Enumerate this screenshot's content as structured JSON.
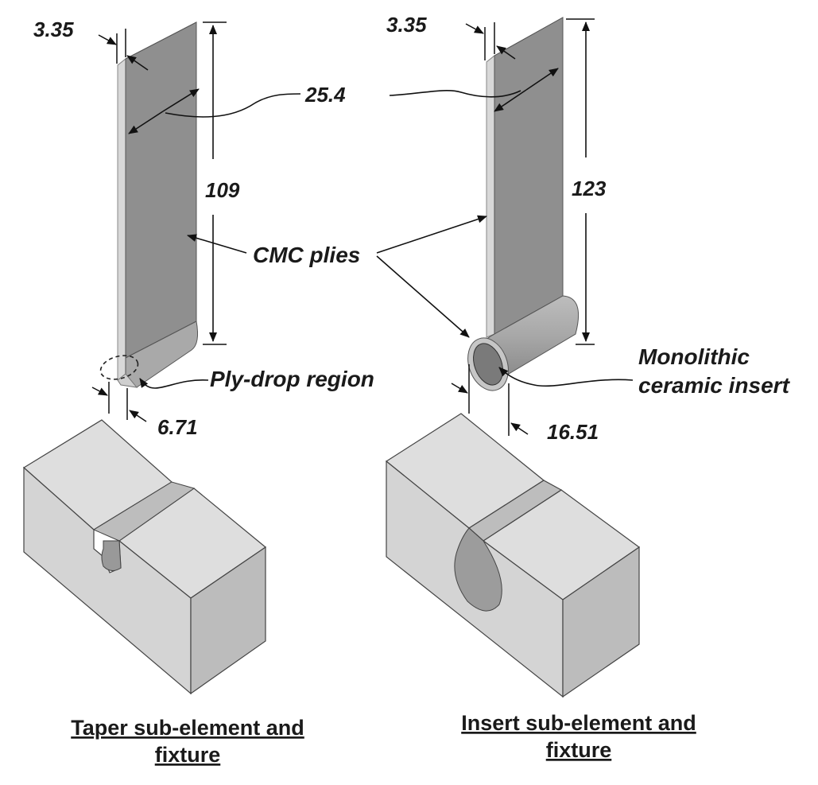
{
  "left": {
    "thickness_top": "3.35",
    "width": "25.4",
    "length": "109",
    "thickness_bottom": "6.71",
    "region_label": "Ply-drop region",
    "caption_line1": "Taper sub-element and",
    "caption_line2": "fixture"
  },
  "right": {
    "thickness_top": "3.35",
    "length": "123",
    "thickness_bottom": "16.51",
    "insert_label_line1": "Monolithic",
    "insert_label_line2": "ceramic insert",
    "caption_line1": "Insert sub-element and",
    "caption_line2": "fixture"
  },
  "shared": {
    "plies_label": "CMC plies"
  },
  "colors": {
    "face_light": "#dcdcdc",
    "face_mid": "#c6c6c6",
    "face_dark": "#8e8e8e",
    "edge": "#4a4a4a",
    "text": "#1a1a1a"
  }
}
